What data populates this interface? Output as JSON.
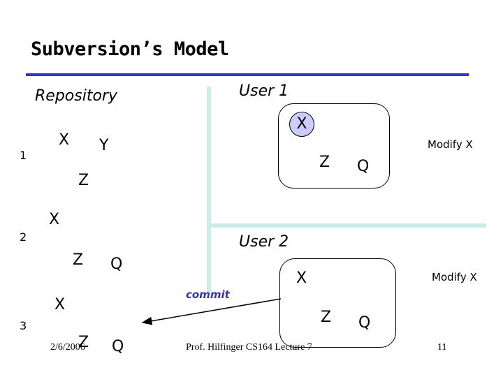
{
  "slide": {
    "title": "Subversion’s Model",
    "footer": {
      "date": "2/6/2006",
      "source": "Prof. Hilfinger CS164 Lecture 7",
      "page": "11"
    }
  },
  "repository": {
    "label": "Repository",
    "revisions": [
      {
        "number": "1",
        "files": [
          "X",
          "Y",
          "Z"
        ]
      },
      {
        "number": "2",
        "files": [
          "X",
          "Z",
          "Q"
        ]
      },
      {
        "number": "3",
        "files": [
          "X",
          "Z",
          "Q"
        ]
      }
    ]
  },
  "user1": {
    "label": "User 1",
    "files": [
      "X",
      "Z",
      "Q"
    ],
    "action": "Modify X"
  },
  "user2": {
    "label": "User 2",
    "files": [
      "X",
      "Z",
      "Q"
    ],
    "action": "Modify X"
  },
  "arrow": {
    "label": "commit"
  },
  "colors": {
    "title_rule": "#3333cc",
    "divider": "#ccece8",
    "modified_file": "#ccccff"
  }
}
